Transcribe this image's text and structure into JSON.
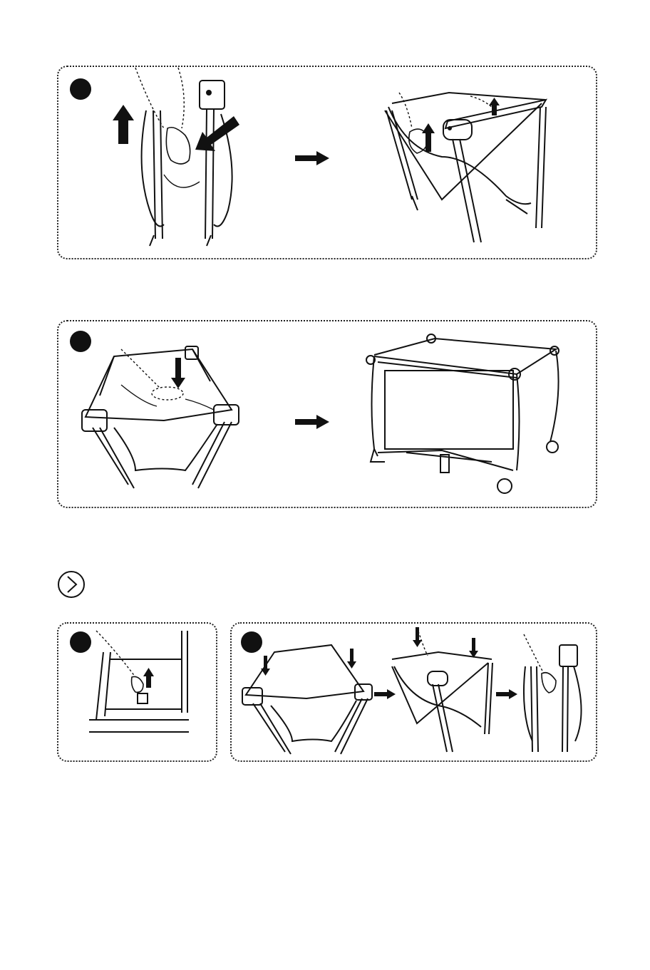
{
  "page": {
    "background": "#ffffff",
    "ink": "#111111"
  },
  "steps": [
    {
      "id": "unfold-lift",
      "number": "",
      "icons": [
        "hand-icon",
        "up-arrow-icon",
        "push-arrow-icon",
        "next-arrow-icon"
      ]
    },
    {
      "id": "press-base",
      "number": "",
      "icons": [
        "hand-icon",
        "down-arrow-icon",
        "next-arrow-icon"
      ]
    },
    {
      "id": "release-center",
      "number": "",
      "icons": [
        "hand-icon",
        "up-arrow-icon"
      ]
    },
    {
      "id": "fold-rails",
      "number": "",
      "icons": [
        "down-arrow-icon",
        "next-arrow-icon"
      ]
    }
  ],
  "section_icon": "chevron-right-circle-icon"
}
